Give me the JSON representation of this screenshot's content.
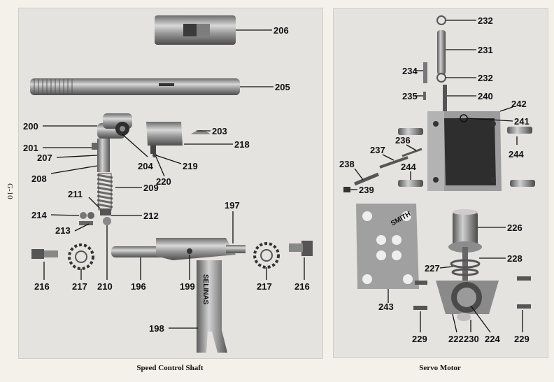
{
  "page": {
    "page_number": "G-10"
  },
  "left_panel": {
    "caption": "Speed Control Shaft",
    "labels": [
      "206",
      "205",
      "200",
      "203",
      "201",
      "218",
      "207",
      "204",
      "219",
      "208",
      "220",
      "209",
      "211",
      "214",
      "212",
      "213",
      "197",
      "216",
      "217",
      "210",
      "196",
      "199",
      "217",
      "216",
      "198"
    ],
    "part_stamp": "SELINAS"
  },
  "right_panel": {
    "caption": "Servo Motor",
    "labels": [
      "232",
      "231",
      "234",
      "232",
      "235",
      "240",
      "242",
      "241",
      "236",
      "237",
      "244",
      "238",
      "244",
      "239",
      "226",
      "228",
      "227",
      "243",
      "229",
      "222",
      "230",
      "224",
      "229"
    ],
    "gasket_text": "SMITH"
  }
}
